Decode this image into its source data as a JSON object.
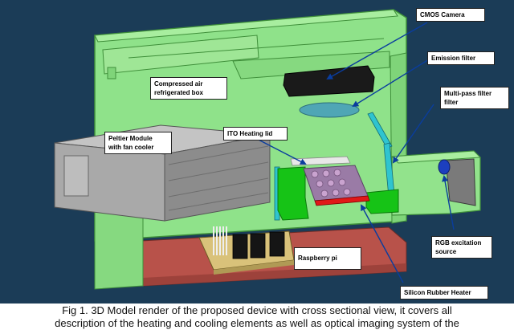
{
  "labels": {
    "cmos_camera": "CMOS Camera",
    "emission_filter": "Emission filter",
    "compressed_air_line1": "Compressed air",
    "compressed_air_line2": "refrigerated box",
    "multipass_line1": "Multi-pass filter",
    "multipass_line2": "filter",
    "ito_heating_lid": "ITO Heating lid",
    "peltier_line1": "Peltier Module",
    "peltier_line2": "with fan cooler",
    "rgb_line1": "RGB excitation",
    "rgb_line2": "source",
    "raspberry_pi": "Raspberry pi",
    "silicon_heater": "Silicon Rubber Heater"
  },
  "caption": {
    "line1": "Fig 1. 3D Model render of the proposed device with cross sectional view, it covers all",
    "line2": "description of the heating and cooling elements as well as optical imaging system of the"
  },
  "colors": {
    "background": "#1b3c57",
    "box_green": "#8fe28a",
    "box_edge": "#3f8f3a",
    "bright_green": "#16c316",
    "peltier_gray": "#a9a9a9",
    "floor_red": "#b8524a",
    "cyan": "#2fc4cf",
    "arrow": "#0a3d9e",
    "rgb_blue": "#1c3fbf",
    "camera": "#1a1a1a"
  }
}
